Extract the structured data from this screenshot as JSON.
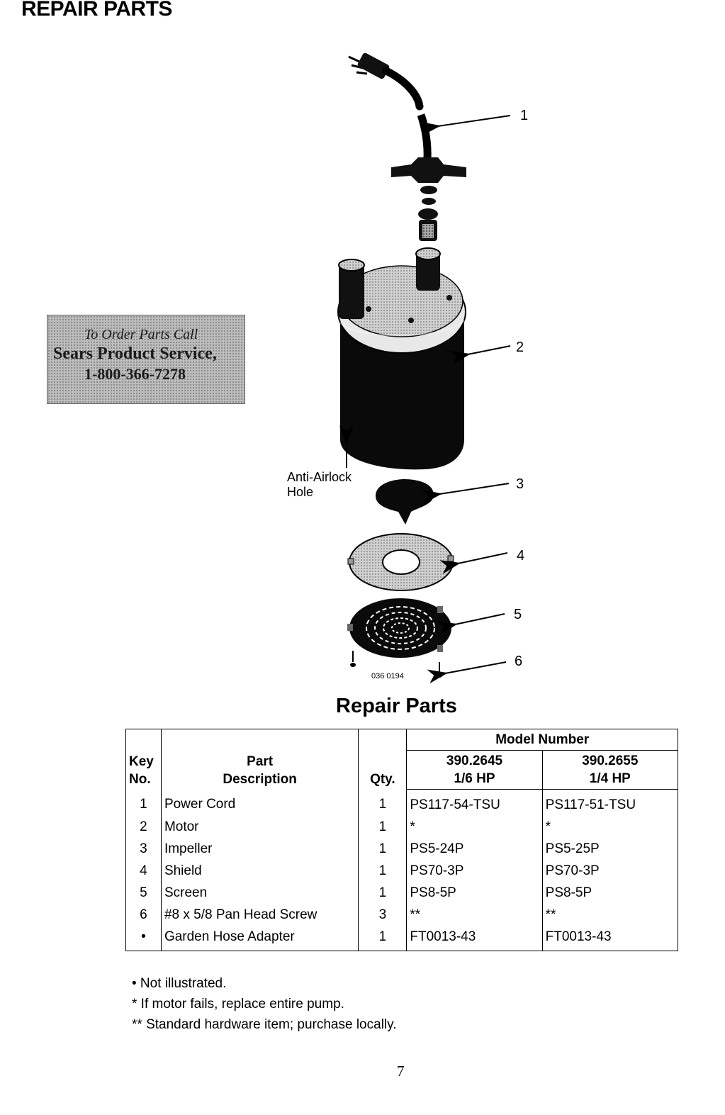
{
  "header": {
    "title": "REPAIR PARTS"
  },
  "order_box": {
    "line1": "To Order Parts Call",
    "line2": "Sears Product Service,",
    "line3": "1-800-366-7278"
  },
  "diagram": {
    "callouts": [
      "1",
      "2",
      "3",
      "4",
      "5",
      "6"
    ],
    "anti_airlock_label_line1": "Anti-Airlock",
    "anti_airlock_label_line2": "Hole",
    "drawing_number": "036 0194"
  },
  "table": {
    "title": "Repair Parts",
    "headers": {
      "key_no_line1": "Key",
      "key_no_line2": "No.",
      "part_desc_line1": "Part",
      "part_desc_line2": "Description",
      "qty": "Qty.",
      "model_number": "Model Number",
      "model1_line1": "390.2645",
      "model1_line2": "1/6 HP",
      "model2_line1": "390.2655",
      "model2_line2": "1/4 HP"
    },
    "rows": [
      {
        "key": "1",
        "desc": "Power Cord",
        "qty": "1",
        "m1": "PS117-54-TSU",
        "m2": "PS117-51-TSU"
      },
      {
        "key": "2",
        "desc": "Motor",
        "qty": "1",
        "m1": "*",
        "m2": "*"
      },
      {
        "key": "3",
        "desc": "Impeller",
        "qty": "1",
        "m1": "PS5-24P",
        "m2": "PS5-25P"
      },
      {
        "key": "4",
        "desc": "Shield",
        "qty": "1",
        "m1": "PS70-3P",
        "m2": "PS70-3P"
      },
      {
        "key": "5",
        "desc": "Screen",
        "qty": "1",
        "m1": "PS8-5P",
        "m2": "PS8-5P"
      },
      {
        "key": "6",
        "desc": "#8 x 5/8 Pan Head Screw",
        "qty": "3",
        "m1": "**",
        "m2": "**"
      },
      {
        "key": "•",
        "desc": "Garden Hose Adapter",
        "qty": "1",
        "m1": "FT0013-43",
        "m2": "FT0013-43"
      }
    ]
  },
  "notes": [
    "• Not illustrated.",
    "* If motor fails, replace entire pump.",
    "** Standard hardware item; purchase locally."
  ],
  "page_number": "7"
}
